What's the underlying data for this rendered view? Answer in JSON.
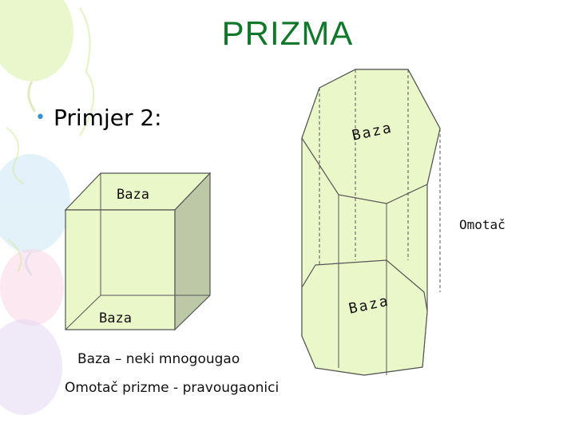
{
  "slide": {
    "title": "PRIZMA",
    "bullet": "Primjer 2:",
    "bullet_symbol": "•"
  },
  "labels": {
    "cube_top": "Baza",
    "cube_bottom": "Baza",
    "prism_top": "Baza",
    "prism_bottom": "Baza",
    "side": "Omotač"
  },
  "notes": {
    "line1": "Baza – neki mnogougao",
    "line2": "Omotač prizme - pravougaonici"
  },
  "colors": {
    "title": "#11772a",
    "bullet_dot": "#3a8fd0",
    "face_fill": "#eaf7c8",
    "side_fill": "#bdc9a6",
    "edge": "#555555"
  }
}
